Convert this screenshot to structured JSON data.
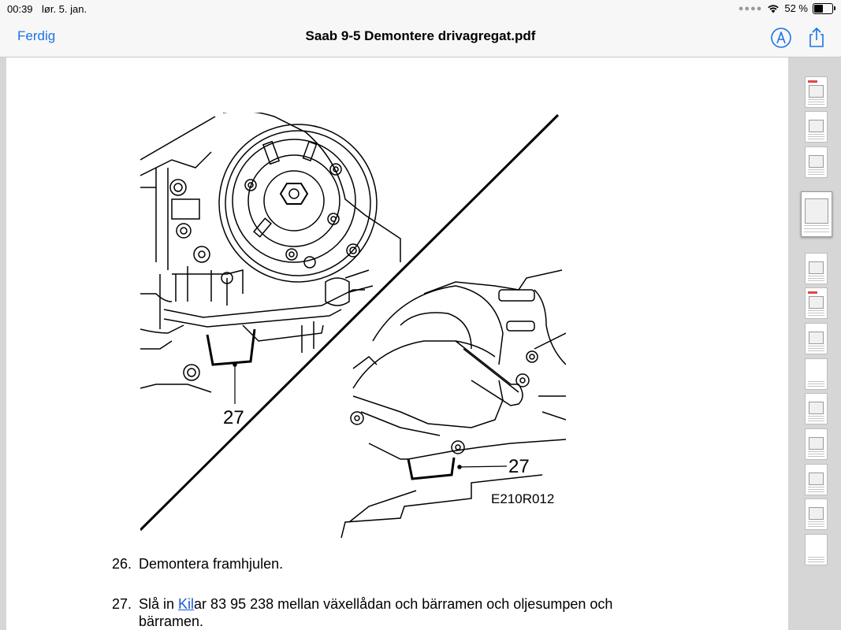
{
  "status_bar": {
    "time": "00:39",
    "date": "lør. 5. jan.",
    "battery": "52 %",
    "battery_level": 0.52
  },
  "nav": {
    "done_label": "Ferdig",
    "title": "Saab 9-5 Demontere drivagregat.pdf",
    "markup_icon": "markup-pen-icon",
    "share_icon": "share-icon"
  },
  "document": {
    "figure": {
      "callout_top": "27",
      "callout_bottom": "27",
      "figure_code": "E210R012"
    },
    "steps": [
      {
        "num": "26.",
        "text": "Demontera framhjulen."
      },
      {
        "num": "27.",
        "text_before": "Slå in ",
        "link": "Kil",
        "text_after": "ar 83 95 238 mellan växellådan och bärramen och oljesumpen och",
        "text_line2": "bärramen."
      }
    ]
  },
  "thumbnails": {
    "count": 13,
    "current_index": 3
  },
  "colors": {
    "accent": "#1a73e8",
    "link": "#1a57d6"
  }
}
